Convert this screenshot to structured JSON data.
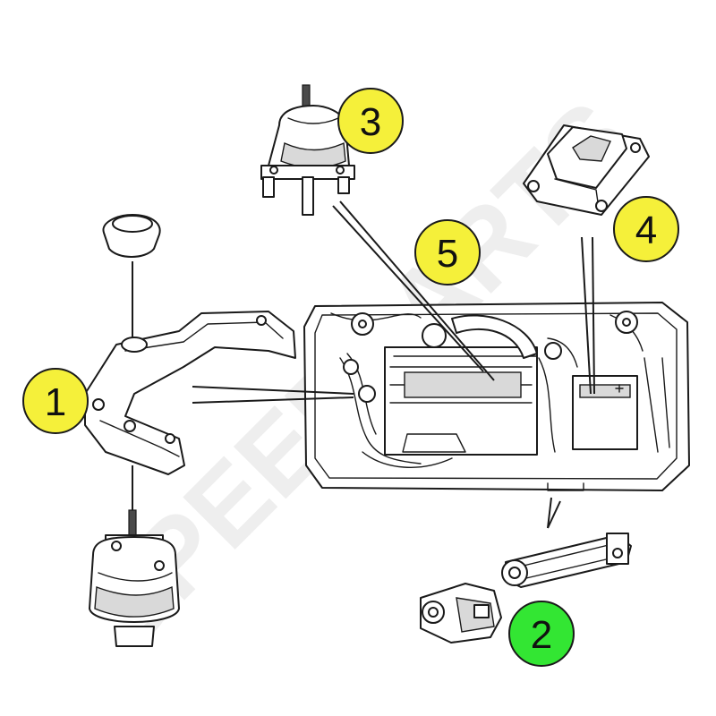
{
  "watermark": {
    "text": "SPEEDPARTS"
  },
  "callouts": [
    {
      "id": "1",
      "label": "1",
      "color": "#f5f03a"
    },
    {
      "id": "2",
      "label": "2",
      "color": "#33e633"
    },
    {
      "id": "3",
      "label": "3",
      "color": "#f5f03a"
    },
    {
      "id": "4",
      "label": "4",
      "color": "#f5f03a"
    },
    {
      "id": "5",
      "label": "5",
      "color": "#f5f03a"
    }
  ],
  "parts": [
    {
      "id": "1",
      "icon": "subframe-bracket-and-engine-mount-icon"
    },
    {
      "id": "2",
      "icon": "torque-rod-mount-icon"
    },
    {
      "id": "3",
      "icon": "hydraulic-engine-mount-icon"
    },
    {
      "id": "4",
      "icon": "transmission-mount-pad-icon"
    },
    {
      "id": "5",
      "icon": "engine-bay-overview-icon"
    }
  ]
}
